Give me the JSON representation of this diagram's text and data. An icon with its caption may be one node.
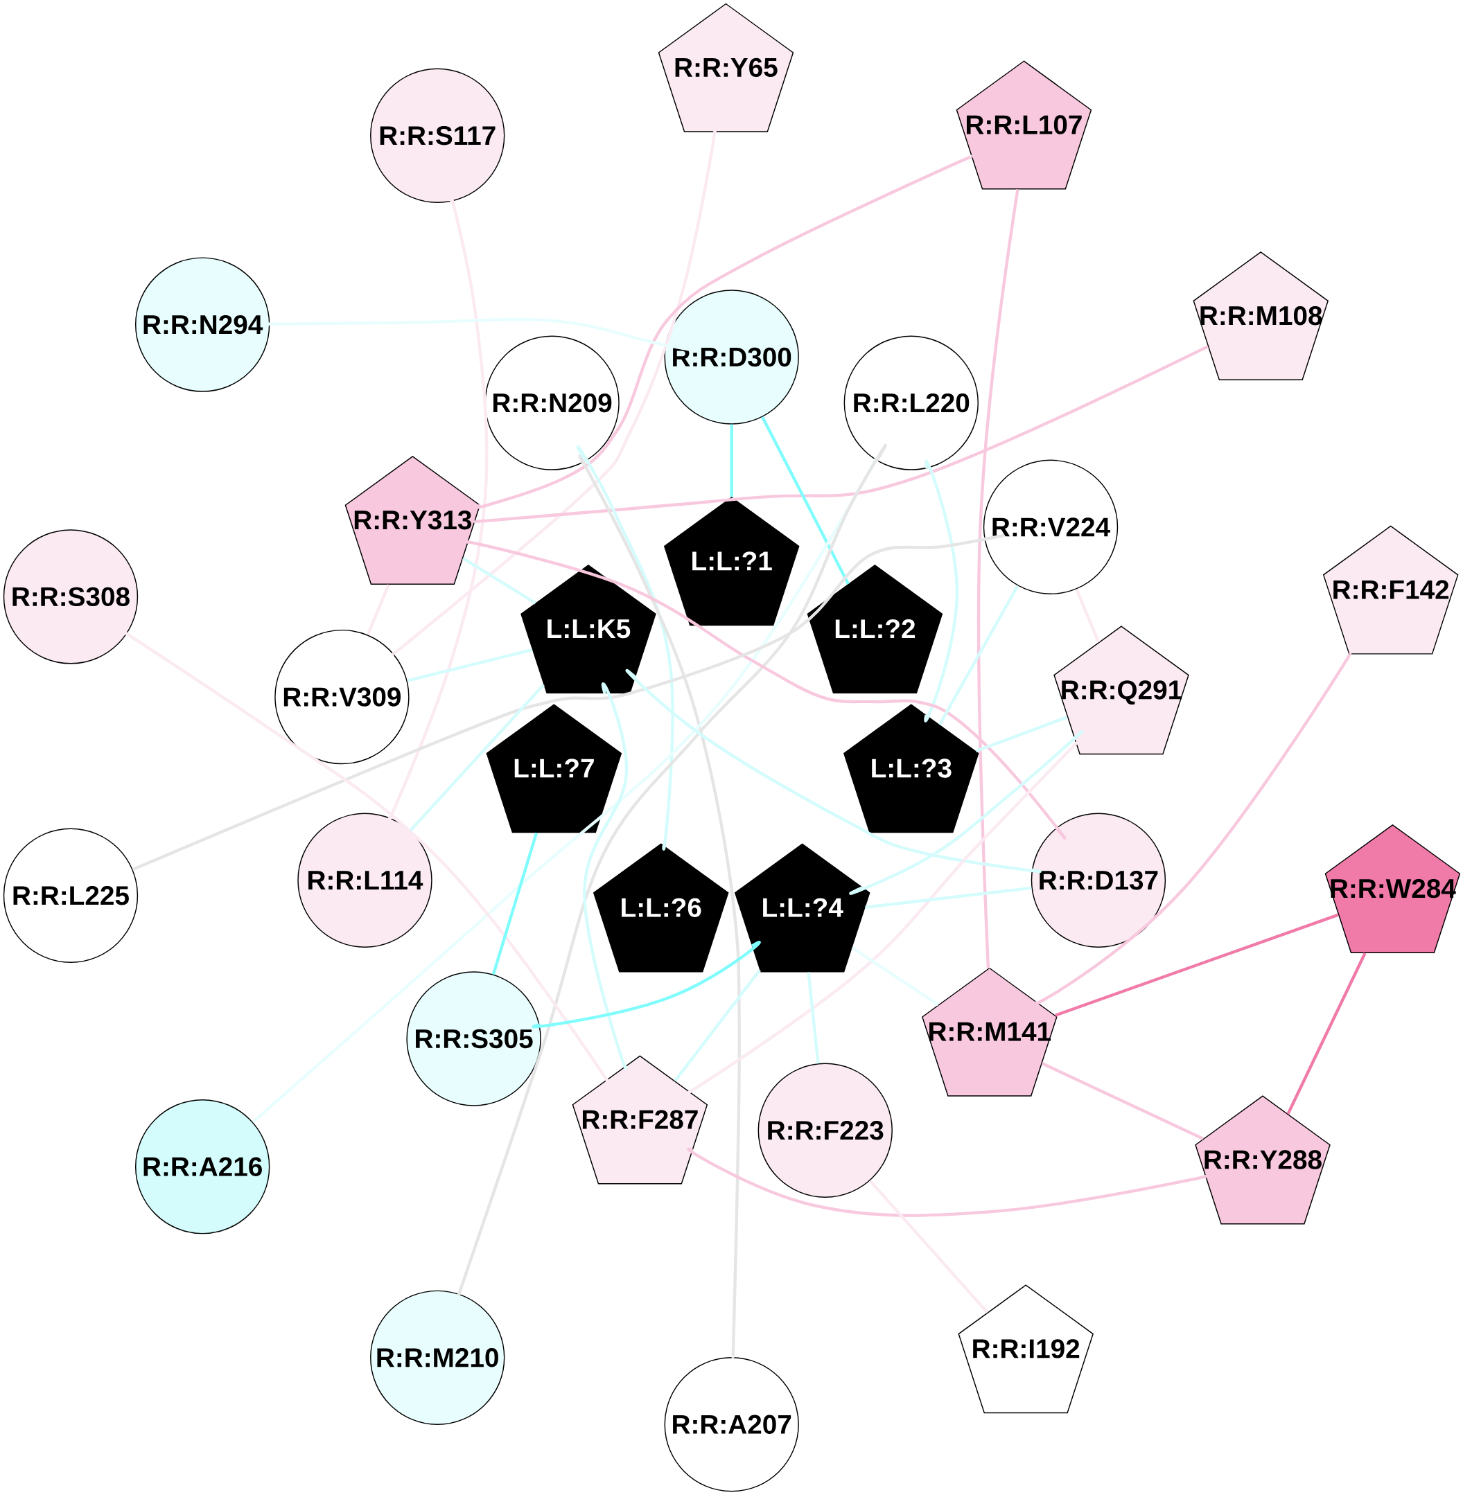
{
  "diagram": {
    "nodes": [
      {
        "text": [
          "R:R:Y65"
        ]
      },
      {
        "text": [
          "R:R:S117"
        ]
      },
      {
        "text": [
          "R:R:L107"
        ]
      },
      {
        "text": [
          "R:R:N294"
        ]
      },
      {
        "text": [
          "R:R:M108"
        ]
      },
      {
        "text": [
          "R:R:D300"
        ]
      },
      {
        "text": [
          "R:R:N209"
        ]
      },
      {
        "text": [
          "R:R:L220"
        ]
      },
      {
        "text": [
          "R:R:Y313"
        ]
      },
      {
        "text": [
          "R:R:V224"
        ]
      },
      {
        "text": [
          "L:L:?1"
        ]
      },
      {
        "text": [
          "R:R:S308"
        ]
      },
      {
        "text": [
          "R:R:F142"
        ]
      },
      {
        "text": [
          "L:L:K5"
        ]
      },
      {
        "text": [
          "L:L:?2"
        ]
      },
      {
        "text": [
          "R:R:V309"
        ]
      },
      {
        "text": [
          "R:R:Q291"
        ]
      },
      {
        "text": [
          "L:L:?7"
        ]
      },
      {
        "text": [
          "L:L:?3"
        ]
      },
      {
        "text": [
          "R:R:L225"
        ]
      },
      {
        "text": [
          "R:R:L114"
        ]
      },
      {
        "text": [
          "R:R:D137"
        ]
      },
      {
        "text": [
          "L:L:?6"
        ]
      },
      {
        "text": [
          "L:L:?4"
        ]
      },
      {
        "text": [
          "R:R:W284"
        ]
      },
      {
        "text": [
          "R:R:S305"
        ]
      },
      {
        "text": [
          "R:R:M141"
        ]
      },
      {
        "text": [
          "R:R:A216"
        ]
      },
      {
        "text": [
          "R:R:F287"
        ]
      },
      {
        "text": [
          "R:R:F223"
        ]
      },
      {
        "text": [
          "R:R:Y288"
        ]
      },
      {
        "text": [
          "R:R:M210"
        ]
      },
      {
        "text": [
          "R:R:I192"
        ]
      },
      {
        "text": [
          "R:R:A207"
        ]
      }
    ],
    "edges": [
      {
        "from": 0,
        "to": 15,
        "arrow": "none",
        "color": "#fbeaf2"
      },
      {
        "from": 1,
        "to": 20,
        "arrow": "none",
        "color": "#fbeaf2"
      },
      {
        "from": 2,
        "to": 8,
        "arrow": "none",
        "color": "#f8c8de"
      },
      {
        "from": 2,
        "to": 26,
        "arrow": "none",
        "color": "#f8c8de"
      },
      {
        "from": 3,
        "to": 5,
        "arrow": "none",
        "color": "#e8fefe"
      },
      {
        "from": 4,
        "to": 8,
        "arrow": "none",
        "color": "#f8c8de"
      },
      {
        "from": 5,
        "to": 10,
        "arrow": "none",
        "color": "#80fcfc"
      },
      {
        "from": 5,
        "to": 14,
        "arrow": "none",
        "color": "#80fcfc"
      },
      {
        "from": 6,
        "to": 22,
        "arrow": "none",
        "color": "#d4fcfc"
      },
      {
        "from": 6,
        "to": 33,
        "arrow": "none",
        "color": "#e5e5e5"
      },
      {
        "from": 7,
        "to": 18,
        "arrow": "none",
        "color": "#d4fcfc"
      },
      {
        "from": 7,
        "to": 27,
        "arrow": "none",
        "color": "#e8fefe"
      },
      {
        "from": 7,
        "to": 31,
        "arrow": "none",
        "color": "#e5e5e5"
      },
      {
        "from": 8,
        "to": 15,
        "arrow": "none",
        "color": "#fbeaf2"
      },
      {
        "from": 8,
        "to": 13,
        "arrow": "none",
        "color": "#d4fcfc"
      },
      {
        "from": 8,
        "to": 21,
        "arrow": "none",
        "color": "#f8c8de"
      },
      {
        "from": 9,
        "to": 16,
        "arrow": "none",
        "color": "#fbeaf2"
      },
      {
        "from": 9,
        "to": 18,
        "arrow": "none",
        "color": "#d4fcfc"
      },
      {
        "from": 9,
        "to": 19,
        "arrow": "none",
        "color": "#e5e5e5"
      },
      {
        "from": 11,
        "to": 28,
        "arrow": "none",
        "color": "#fbeaf2"
      },
      {
        "from": 12,
        "to": 26,
        "arrow": "none",
        "color": "#f8c8de"
      },
      {
        "from": 13,
        "to": 15,
        "arrow": "none",
        "color": "#d4fcfc"
      },
      {
        "from": 13,
        "to": 20,
        "arrow": "none",
        "color": "#d4fcfc"
      },
      {
        "from": 13,
        "to": 21,
        "arrow": "none",
        "color": "#d4fcfc"
      },
      {
        "from": 13,
        "to": 28,
        "arrow": "none",
        "color": "#d4fcfc"
      },
      {
        "from": 16,
        "to": 18,
        "arrow": "none",
        "color": "#d4fcfc"
      },
      {
        "from": 16,
        "to": 23,
        "arrow": "none",
        "color": "#d4fcfc"
      },
      {
        "from": 16,
        "to": 28,
        "arrow": "none",
        "color": "#fbeaf2"
      },
      {
        "from": 17,
        "to": 25,
        "arrow": "none",
        "color": "#80fcfc"
      },
      {
        "from": 23,
        "to": 21,
        "arrow": "none",
        "color": "#d4fcfc"
      },
      {
        "from": 23,
        "to": 25,
        "arrow": "none",
        "color": "#80fcfc"
      },
      {
        "from": 23,
        "to": 26,
        "arrow": "none",
        "color": "#e8fefe"
      },
      {
        "from": 23,
        "to": 28,
        "arrow": "none",
        "color": "#d4fcfc"
      },
      {
        "from": 23,
        "to": 29,
        "arrow": "none",
        "color": "#d4fcfc"
      },
      {
        "from": 24,
        "to": 26,
        "arrow": "none",
        "color": "#f07aa8"
      },
      {
        "from": 24,
        "to": 30,
        "arrow": "none",
        "color": "#f07aa8"
      },
      {
        "from": 26,
        "to": 30,
        "arrow": "none",
        "color": "#f8c8de"
      },
      {
        "from": 28,
        "to": 30,
        "arrow": "none",
        "color": "#f8c8de"
      },
      {
        "from": 29,
        "to": 32,
        "arrow": "none",
        "color": "#fbeaf2"
      }
    ]
  }
}
